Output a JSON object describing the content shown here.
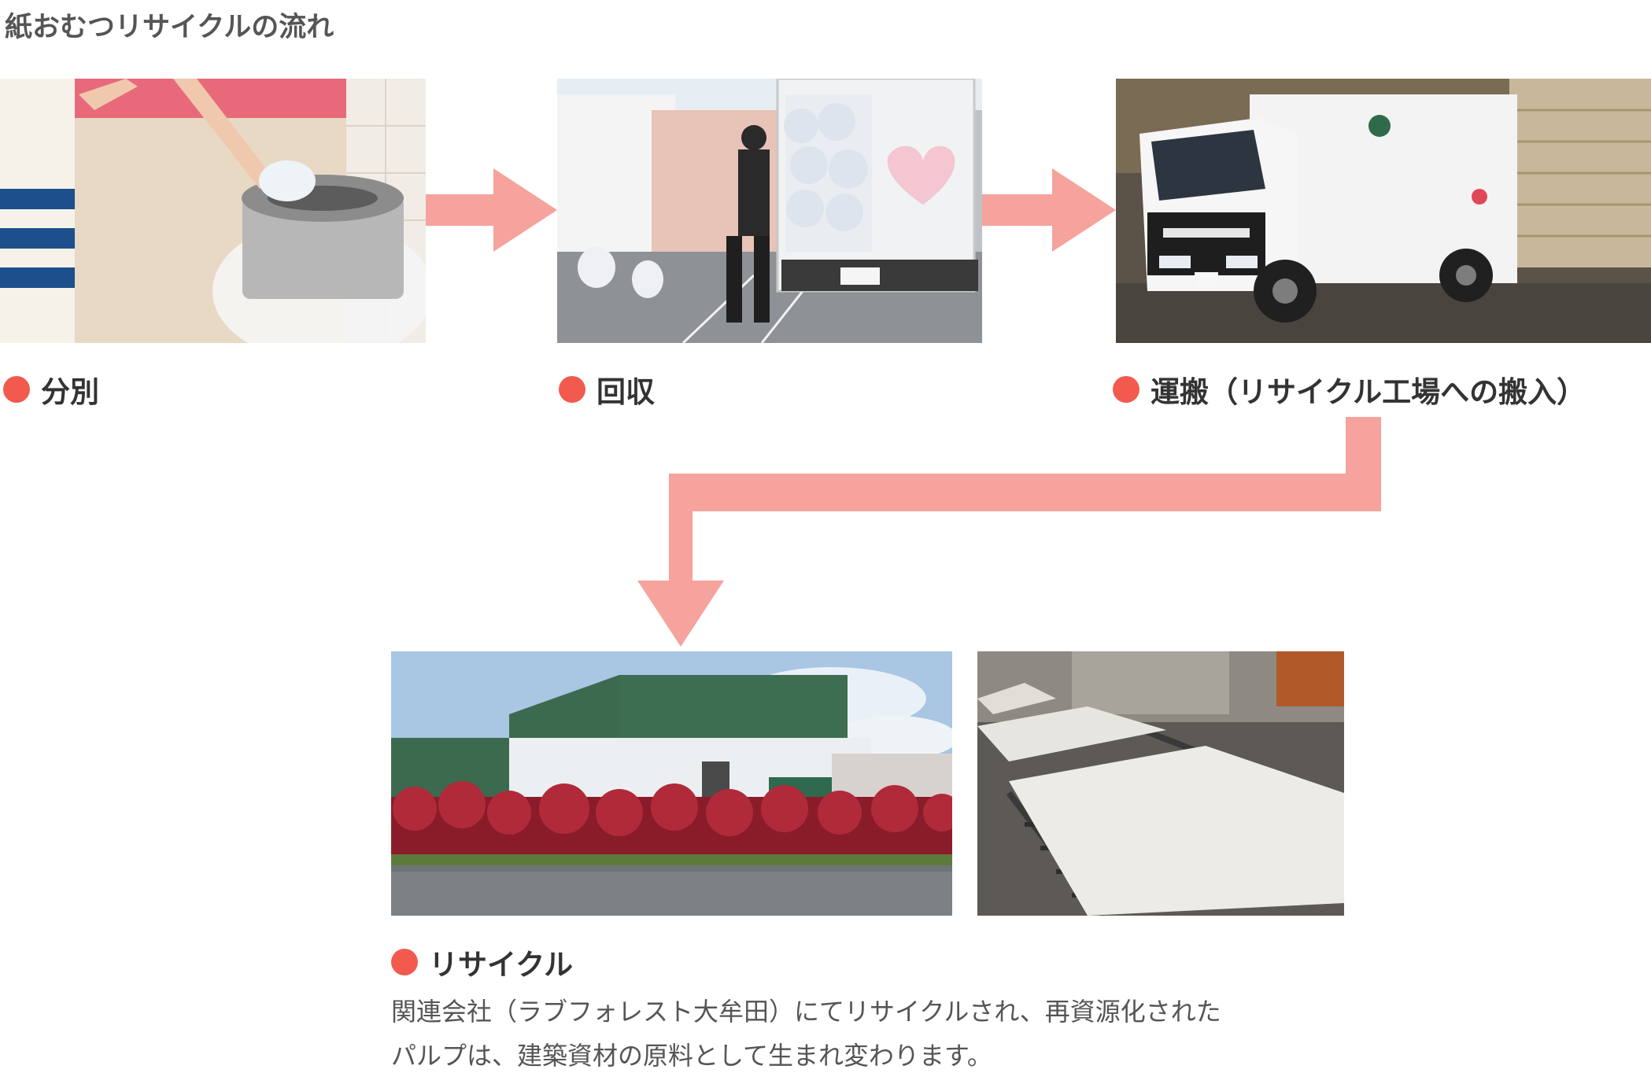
{
  "title": "紙おむつリサイクルの流れ",
  "colors": {
    "accent": "#f25a4e",
    "arrow": "#f5a39c"
  },
  "photos": [
    "separation-photo",
    "collection-photo",
    "transport-truck-photo",
    "recycling-factory-photo",
    "pulp-sheets-photo"
  ],
  "steps": {
    "separation": "分別",
    "collection": "回収",
    "transport": "運搬（リサイクル工場への搬入）",
    "recycle": "リサイクル"
  },
  "description": {
    "line1": "関連会社（ラブフォレスト大牟田）にてリサイクルされ、再資源化された",
    "line2": "パルプは、建築資材の原料として生まれ変わります。"
  }
}
